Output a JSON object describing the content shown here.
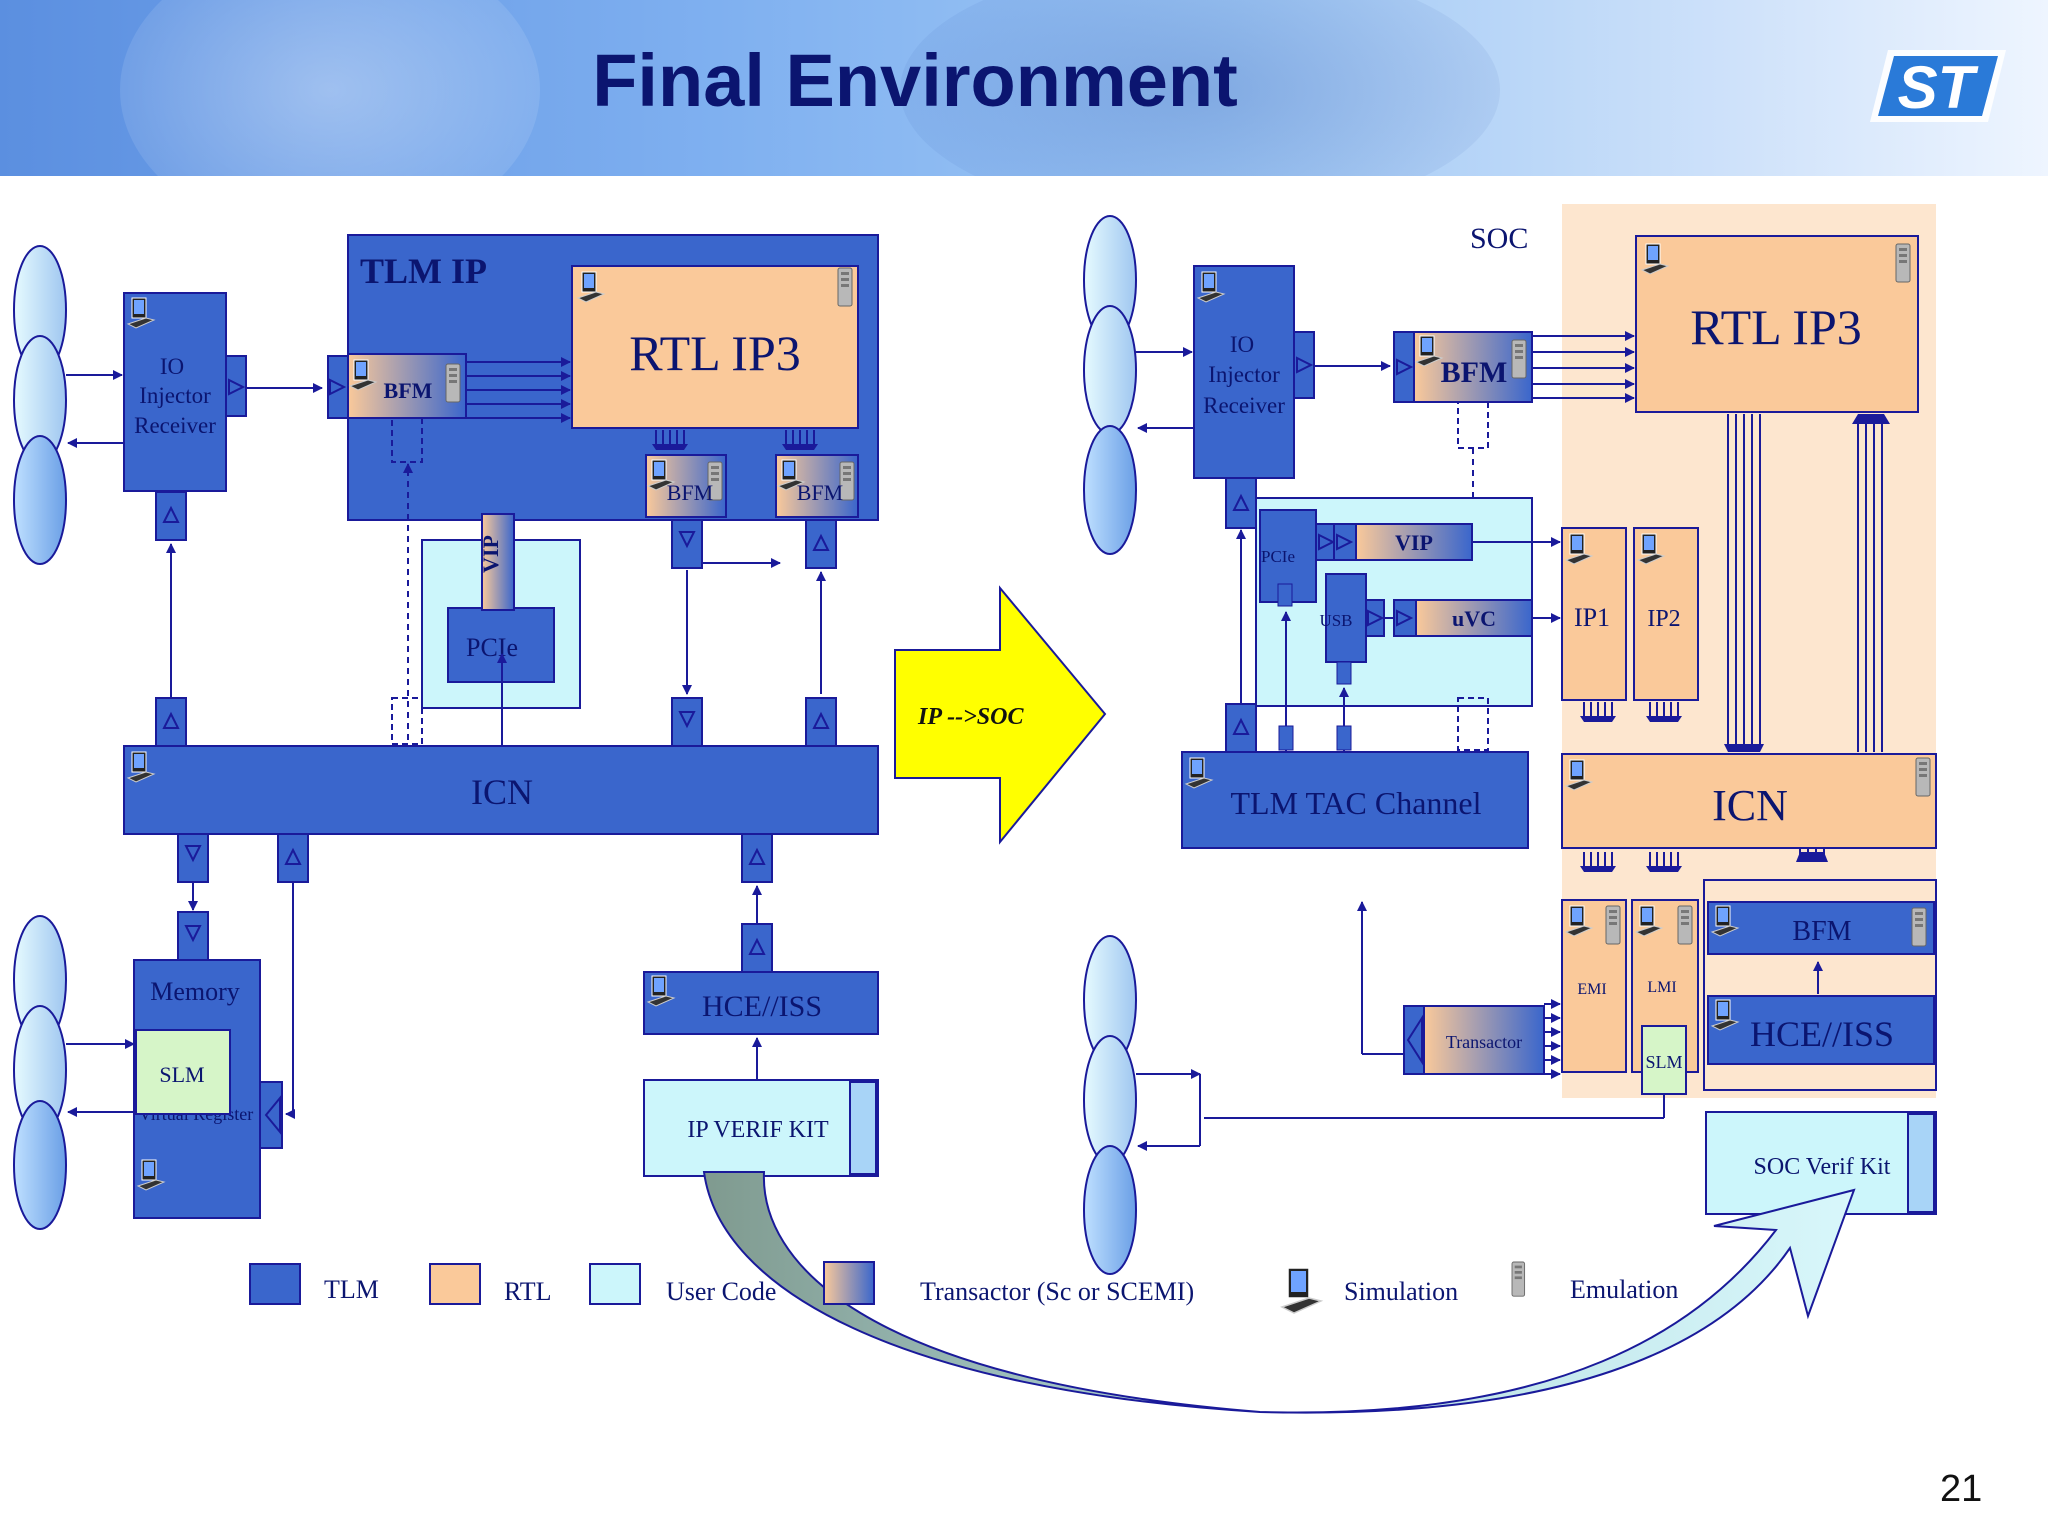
{
  "title": "Final Environment",
  "page_number": "21",
  "left": {
    "tlm_ip_label": "TLM IP",
    "rtl_label": "RTL IP3",
    "bfm_label": "BFM",
    "io_injector_label": [
      "IO",
      "Injector",
      "Receiver"
    ],
    "vip_label": "VIP",
    "pcie_label": "PCIe",
    "icn_label": "ICN",
    "memory_label": "Memory",
    "slm_label": "SLM",
    "virtual_register_label": "Virtual Register",
    "hce_label": "HCE//ISS",
    "ip_verif_kit_label": "IP VERIF KIT"
  },
  "arrow_label": "IP -->SOC",
  "right": {
    "soc_label": "SOC",
    "rtl_label": "RTL IP3",
    "bfm_label": "BFM",
    "io_injector_label": [
      "IO",
      "Injector",
      "Receiver"
    ],
    "pcie_label": "PCIe",
    "usb_label": "USB",
    "vip_label": "VIP",
    "uvc_label": "uVC",
    "ip1_label": "IP1",
    "ip2_label": "IP2",
    "tlm_tac_label": "TLM TAC Channel",
    "icn_label": "ICN",
    "emi_label": "EMI",
    "lmi_label": "LMI",
    "slm_label": "SLM",
    "hce_bfm_label": "BFM",
    "hce_label": "HCE//ISS",
    "transactor_label": "Transactor",
    "soc_verif_kit_label": "SOC Verif Kit"
  },
  "legend": {
    "tlm": "TLM",
    "rtl": "RTL",
    "user_code": "User Code",
    "transactor": "Transactor (Sc or SCEMI)",
    "simulation": "Simulation",
    "emulation": "Emulation"
  },
  "colors": {
    "tlm": "#3a66cc",
    "rtl": "#fac99a",
    "user_code": "#ccf6fb",
    "soc_background": "#fde6cf",
    "arrow": "#ffff00",
    "header_title": "#0b1570",
    "border": "#1a1a9a"
  },
  "icons": [
    "laptop-icon",
    "server-icon",
    "st-logo"
  ]
}
